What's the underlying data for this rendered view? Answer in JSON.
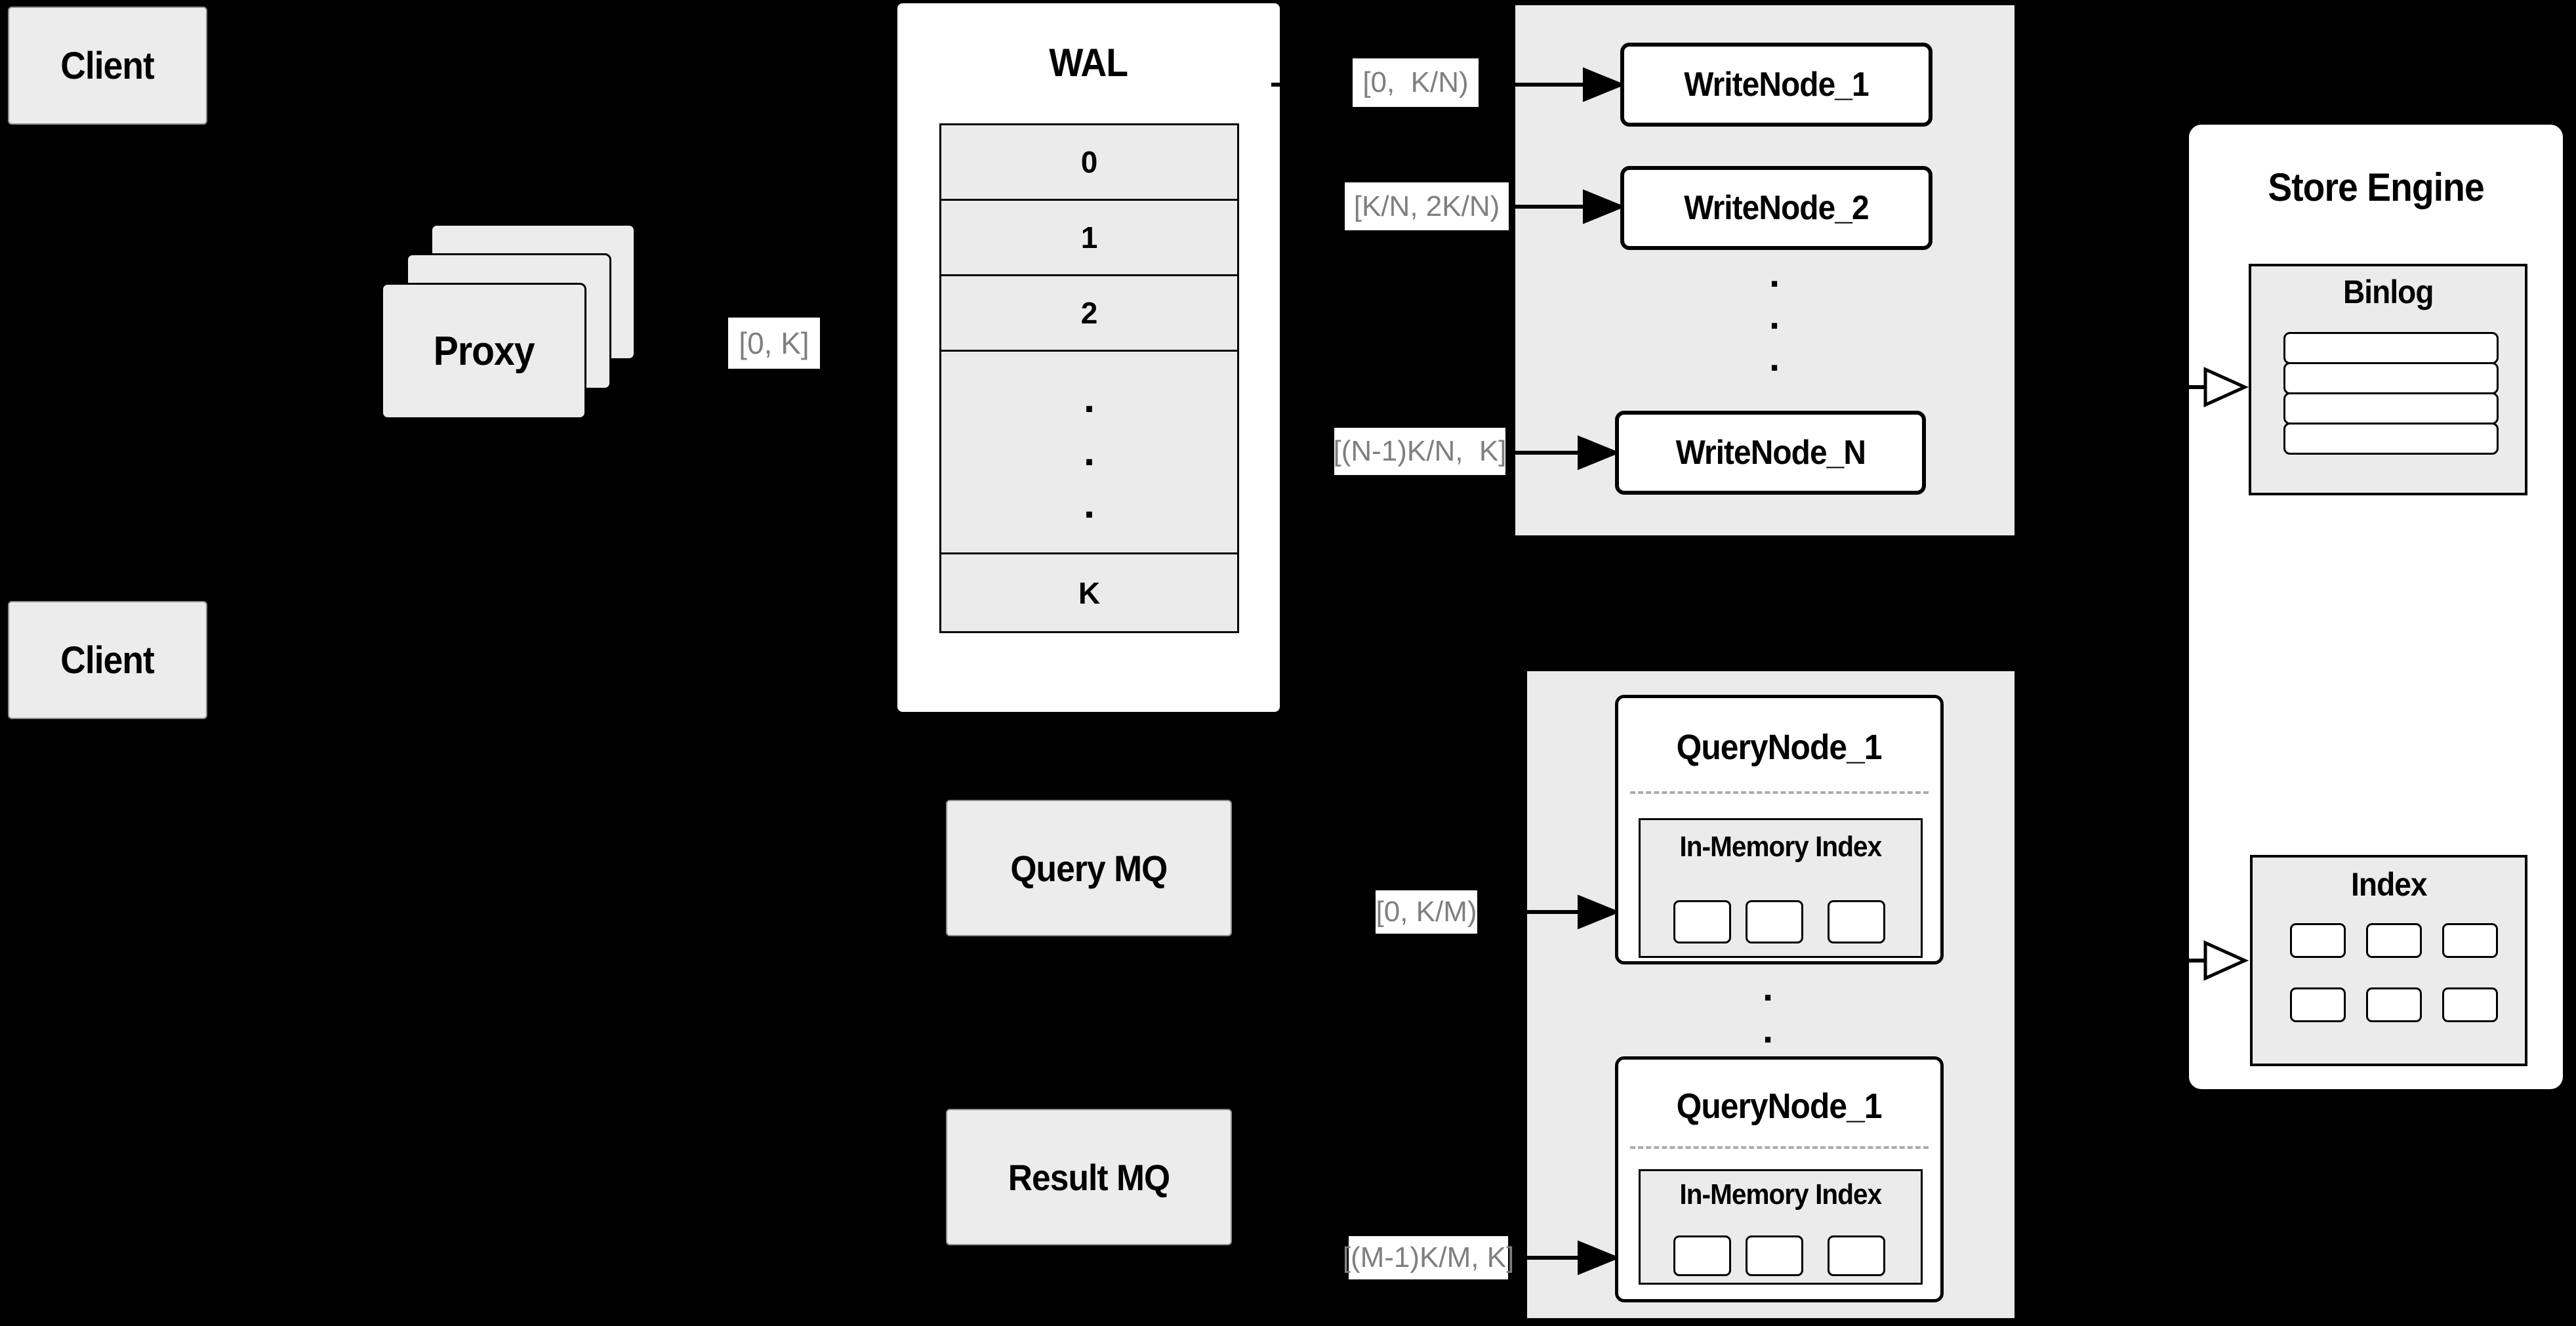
{
  "diagram": {
    "colors": {
      "background": "#000000",
      "panel_gray": "#ebebeb",
      "node_white": "#ffffff",
      "label_text": "#7f7f7f"
    },
    "ellipsis_dot": ".",
    "clients": {
      "top_label": "Client",
      "bottom_label": "Client"
    },
    "proxy": {
      "label": "Proxy"
    },
    "edge_labels": {
      "proxy_to_wal": "[0, K]",
      "wal_to_writenode_1": "[0,  K/N)",
      "wal_to_writenode_2": "[K/N, 2K/N)",
      "wal_to_writenode_n": "[(N-1)K/N,  K]",
      "querymq_to_querynode_1": "[0, K/M)",
      "resultmq_to_querynode_m": "[(M-1)K/M, K]"
    },
    "wal": {
      "title": "WAL",
      "rows": [
        "0",
        "1",
        "2"
      ],
      "last_row": "K"
    },
    "write_nodes": {
      "items": [
        "WriteNode_1",
        "WriteNode_2",
        "WriteNode_N"
      ]
    },
    "mq": {
      "query_label": "Query MQ",
      "result_label": "Result MQ"
    },
    "query_nodes": {
      "top_title": "QueryNode_1",
      "bottom_title": "QueryNode_1",
      "inmemory_title": "In-Memory Index"
    },
    "store_engine": {
      "title": "Store Engine",
      "binlog_title": "Binlog",
      "index_title": "Index"
    }
  }
}
